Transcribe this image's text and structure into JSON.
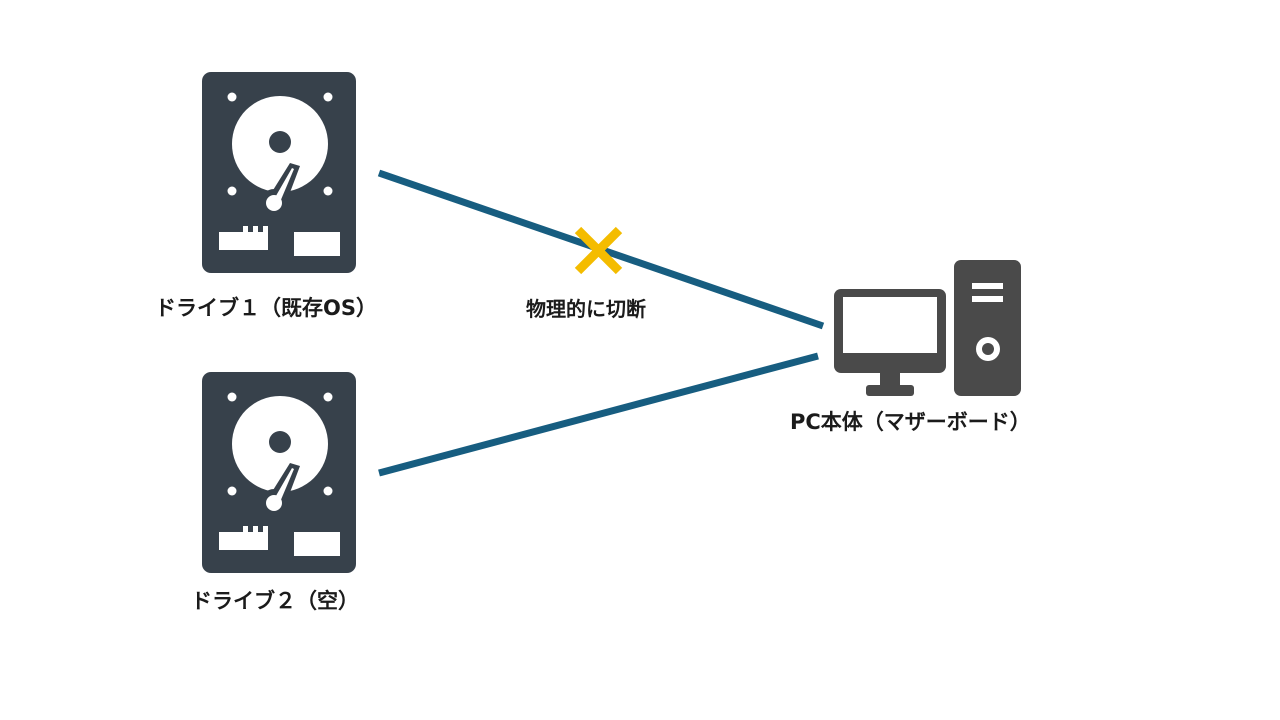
{
  "drives": [
    {
      "label": "ドライブ１（既存OS）",
      "icon": "hard-drive-icon"
    },
    {
      "label": "ドライブ２（空）",
      "icon": "hard-drive-icon"
    }
  ],
  "pc": {
    "label": "PC本体（マザーボード）",
    "icon": "desktop-pc-icon"
  },
  "connections": [
    {
      "from": "ドライブ１（既存OS）",
      "to": "PC本体（マザーボード）",
      "status": "disconnected",
      "note": "物理的に切断"
    },
    {
      "from": "ドライブ２（空）",
      "to": "PC本体（マザーボード）",
      "status": "connected"
    }
  ],
  "colors": {
    "icon": "#37414b",
    "pc_icon": "#4a4a4a",
    "line": "#175d80",
    "cross": "#f4bc00",
    "text": "#1b1b1b"
  }
}
